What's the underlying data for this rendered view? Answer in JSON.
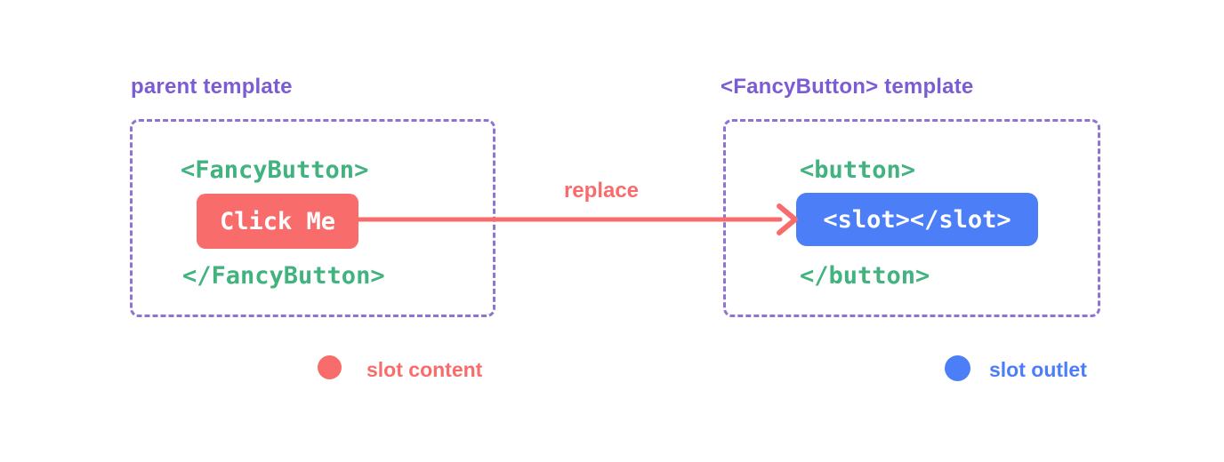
{
  "colors": {
    "red": "#f96c6c",
    "blue": "#4c7ef8",
    "green": "#42b27f",
    "purple-title": "#7c5cd5",
    "purple-border": "#8d74d4"
  },
  "left_panel": {
    "title": "parent template",
    "open_tag": "<FancyButton>",
    "button_label": "Click Me",
    "close_tag": "</FancyButton>"
  },
  "arrow": {
    "label": "replace"
  },
  "right_panel": {
    "title": "<FancyButton> template",
    "open_tag": "<button>",
    "slot_code": "<slot></slot>",
    "close_tag": "</button>"
  },
  "legend": {
    "slot_content": {
      "label": "slot content",
      "color": "#f96c6c"
    },
    "slot_outlet": {
      "label": "slot outlet",
      "color": "#4c7ef8"
    }
  }
}
